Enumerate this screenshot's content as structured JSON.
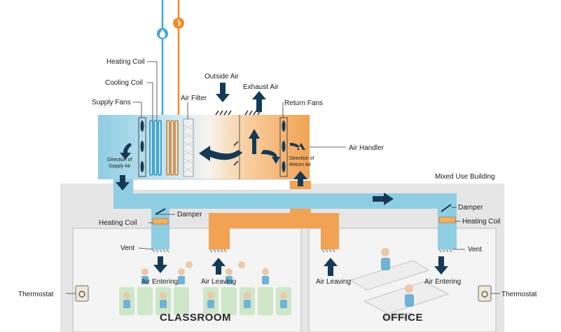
{
  "labels": {
    "heating_coil_top": "Heating Coil",
    "cooling_coil": "Cooling Coil",
    "supply_fans": "Supply Fans",
    "air_filter": "Air Filter",
    "outside_air": "Outside Air",
    "exhaust_air": "Exhaust Air",
    "return_fans": "Return Fans",
    "air_handler": "Air Handler",
    "direction_supply_1": "Direction of",
    "direction_supply_2": "Supply Air",
    "direction_return_1": "Direction of",
    "direction_return_2": "Return Air",
    "mixed_use_building": "Mixed Use Building",
    "damper_left": "Damper",
    "damper_right": "Damper",
    "heating_coil_left": "Heating Coil",
    "heating_coil_right": "Heating Coil",
    "vent_left": "Vent",
    "vent_right": "Vent",
    "air_entering_left": "Air Entering",
    "air_leaving_left": "Air Leaving",
    "air_leaving_right": "Air Leaving",
    "air_entering_right": "Air Entering",
    "thermostat_left": "Thermostat",
    "thermostat_right": "Thermostat",
    "classroom": "CLASSROOM",
    "office": "OFFICE"
  },
  "icons": {
    "water": "water-drop-icon",
    "heat": "flame-icon"
  },
  "colors": {
    "supply": "#8fcde3",
    "supply_light": "#cfe9f2",
    "return": "#f2a253",
    "return_light": "#f9d3a8",
    "arrow": "#163a56",
    "building": "#e6e6e6",
    "room": "#f3f3f3",
    "water_line": "#3fa7d6",
    "heat_line": "#ef8c2c"
  }
}
